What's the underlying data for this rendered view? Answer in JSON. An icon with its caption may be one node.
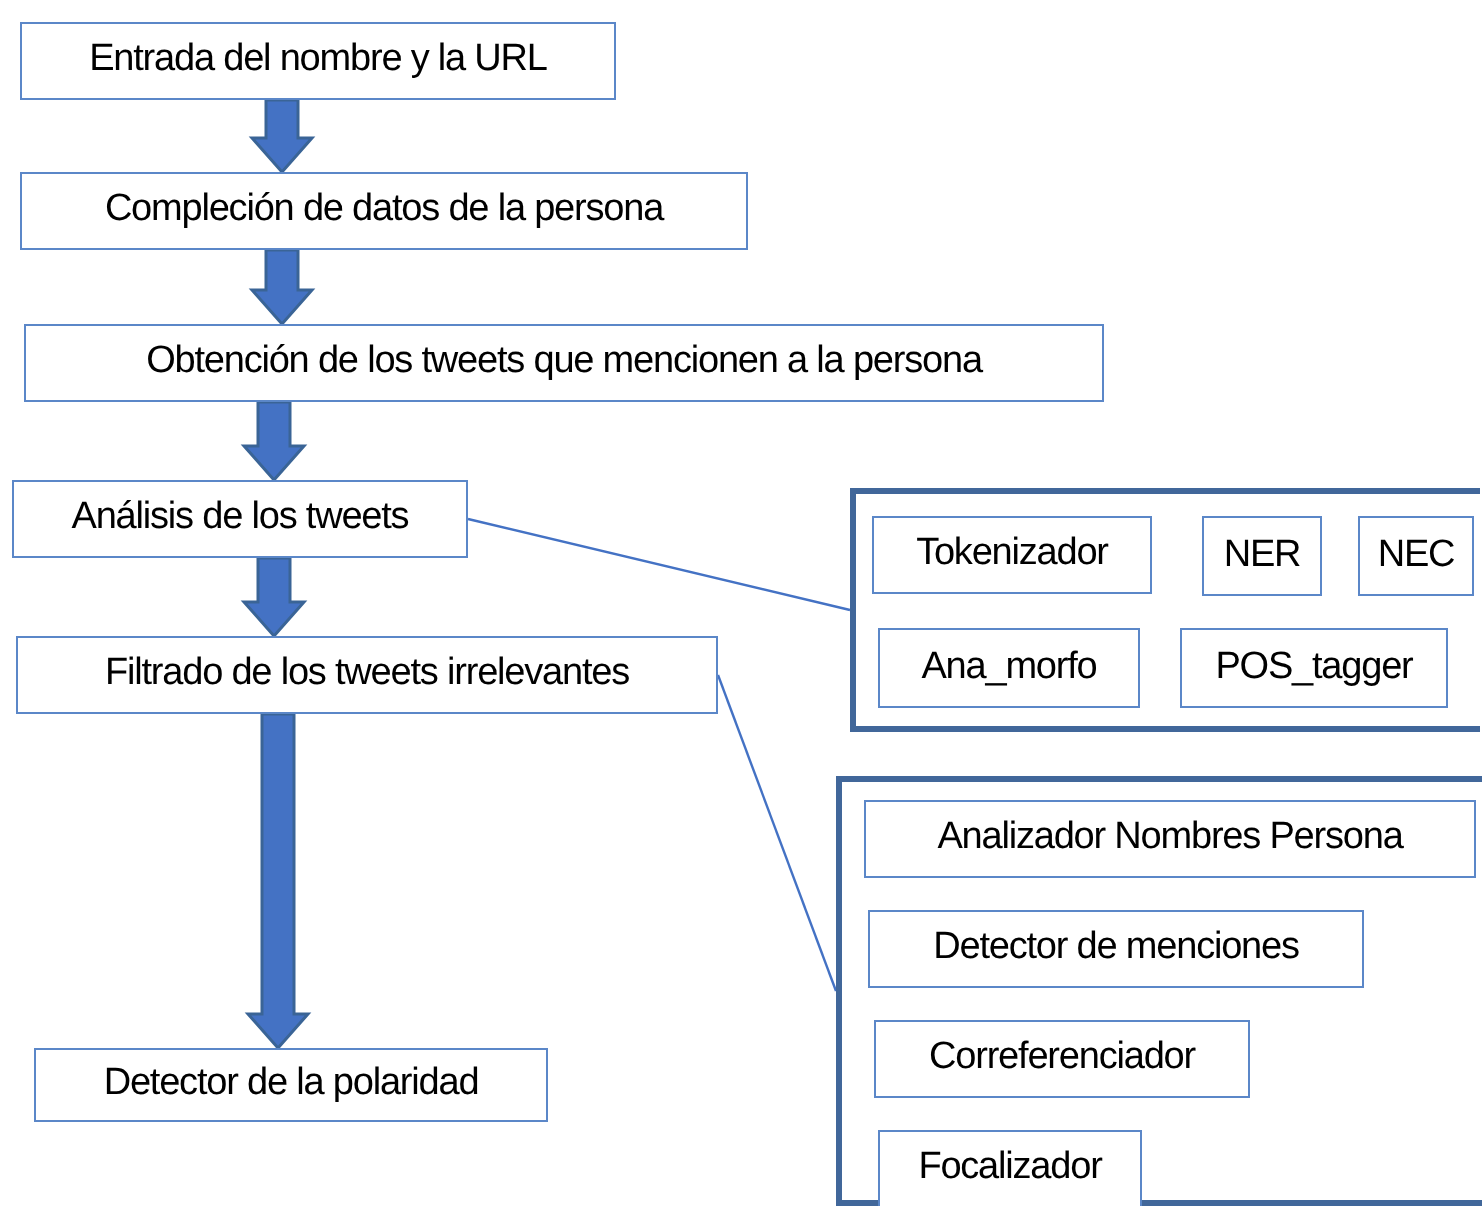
{
  "diagram": {
    "nodes": [
      {
        "text": [
          "Entrada del nombre y la URL"
        ]
      },
      {
        "text": [
          "Compleción de datos de la persona"
        ]
      },
      {
        "text": [
          "Obtención de los tweets que mencionen a la persona"
        ]
      },
      {
        "text": [
          "Análisis de los tweets"
        ]
      },
      {
        "text": [
          "Filtrado de los tweets irrelevantes"
        ]
      },
      {
        "text": [
          "Detector de la polaridad"
        ]
      },
      {
        "text": [],
        "shape": "box"
      },
      {
        "text": [
          "Tokenizador"
        ],
        "in": 6
      },
      {
        "text": [
          "NER"
        ],
        "in": 6
      },
      {
        "text": [
          "NEC"
        ],
        "in": 6
      },
      {
        "text": [
          "Ana_morfo"
        ],
        "in": 6
      },
      {
        "text": [
          "POS_tagger"
        ],
        "in": 6
      },
      {
        "text": [],
        "shape": "box"
      },
      {
        "text": [
          "Analizador Nombres Persona"
        ],
        "in": 12
      },
      {
        "text": [
          "Detector de menciones"
        ],
        "in": 12
      },
      {
        "text": [
          "Correferenciador"
        ],
        "in": 12
      },
      {
        "text": [
          "Focalizador"
        ],
        "in": 12
      }
    ],
    "edges": [
      {
        "from": 0,
        "to": 1,
        "arrow": "to",
        "style": "thick"
      },
      {
        "from": 1,
        "to": 2,
        "arrow": "to",
        "style": "thick"
      },
      {
        "from": 2,
        "to": 3,
        "arrow": "to",
        "style": "thick"
      },
      {
        "from": 3,
        "to": 4,
        "arrow": "to",
        "style": "thick"
      },
      {
        "from": 4,
        "to": 5,
        "arrow": "to",
        "style": "thick"
      },
      {
        "from": 3,
        "to": 6,
        "arrow": "none"
      },
      {
        "from": 4,
        "to": 12,
        "arrow": "none"
      }
    ]
  }
}
